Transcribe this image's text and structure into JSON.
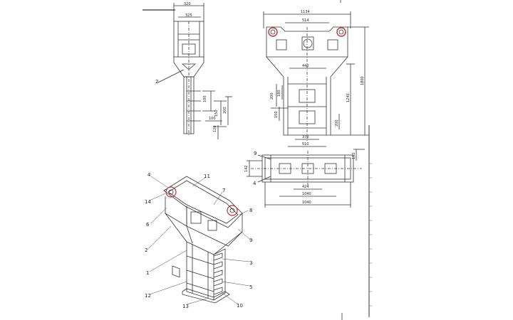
{
  "side_view": {
    "dims": {
      "top_width": "320",
      "inner_width": "325",
      "d1": "100",
      "d2": "150",
      "d3": "200",
      "d4": "100",
      "d5": "120"
    },
    "callout": "2"
  },
  "front_view": {
    "dims": {
      "overall_width": "1134",
      "upper_width": "514",
      "mid_width": "440",
      "lower_width_a": "370",
      "lower_width_b": "510",
      "height_total": "1800",
      "height_main": "1240",
      "h1": "200",
      "h2": "180",
      "h3": "150",
      "h4": "200"
    }
  },
  "plan_view": {
    "dims": {
      "inner": "424",
      "mid": "1040",
      "overall": "1040",
      "left_h": "142",
      "right_h": "152"
    },
    "callouts": [
      "9",
      "4"
    ]
  },
  "iso_view": {
    "callouts": [
      "4",
      "11",
      "14",
      "7",
      "6",
      "8",
      "2",
      "9",
      "1",
      "3",
      "12",
      "5",
      "13",
      "10"
    ]
  }
}
